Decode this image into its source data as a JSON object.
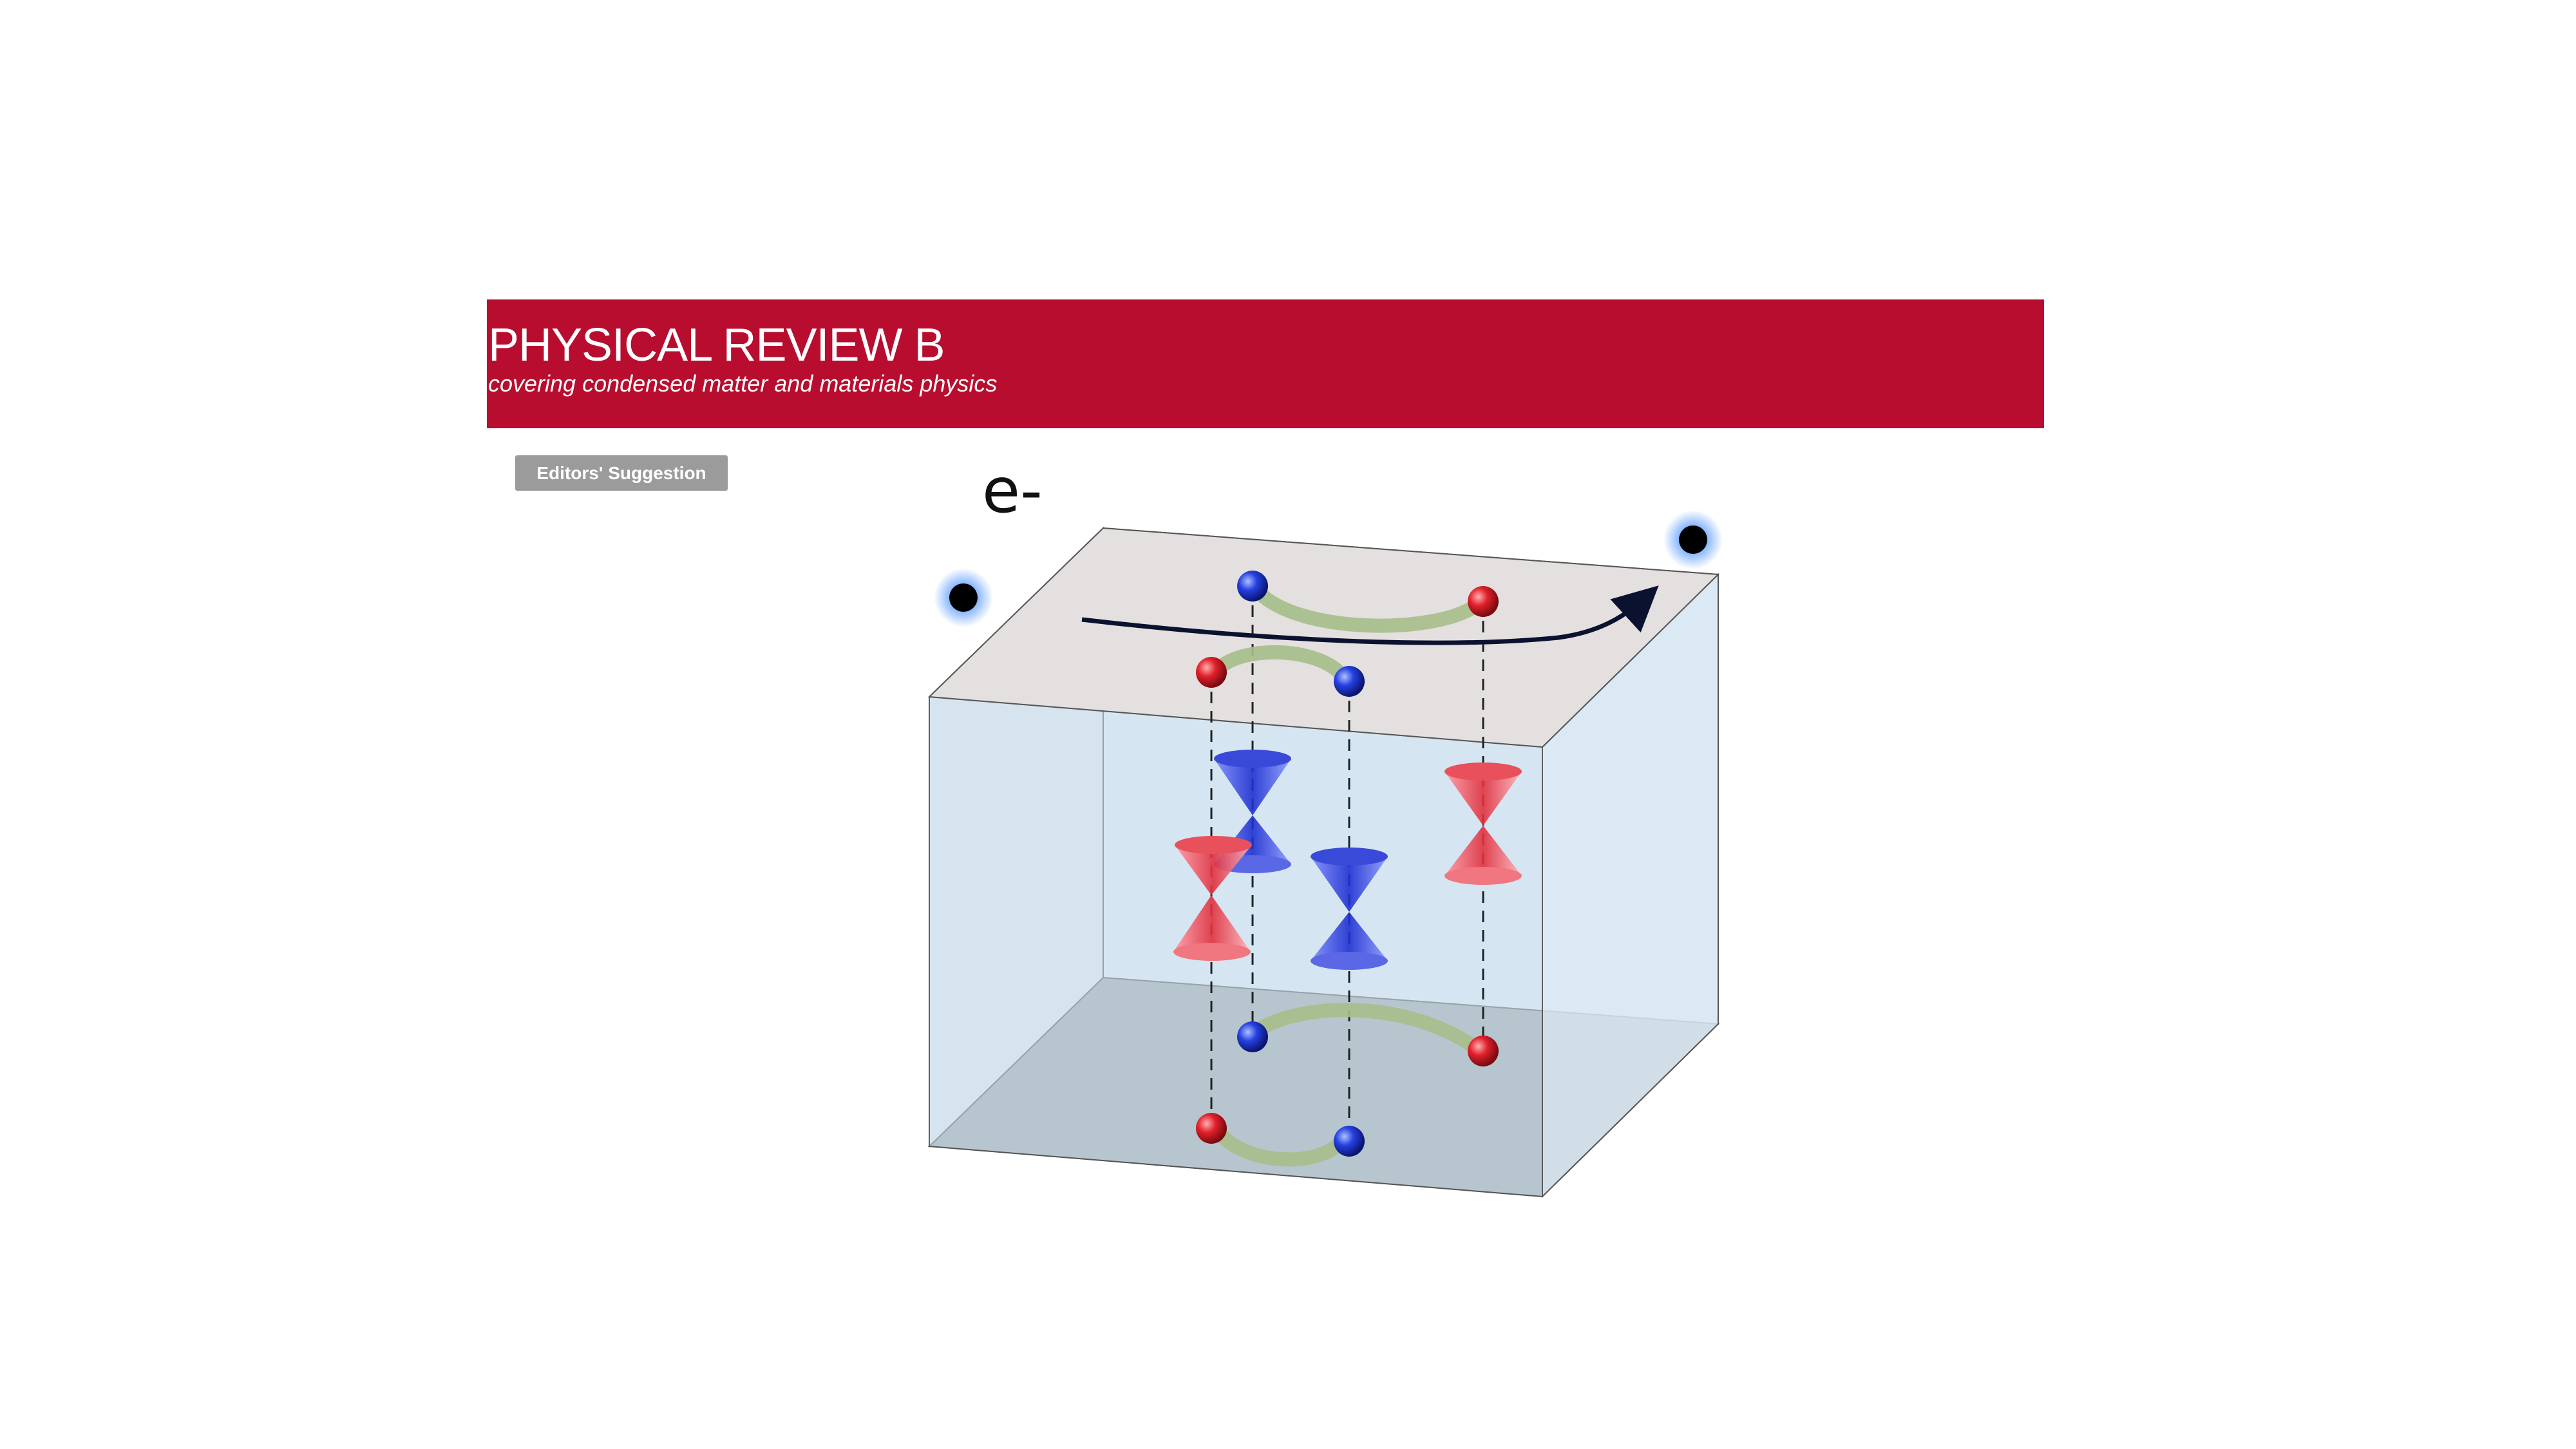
{
  "banner": {
    "title": "PHYSICAL REVIEW B",
    "subtitle": "covering condensed matter and materials physics",
    "color": "#b80d2e"
  },
  "badge": {
    "label": "Editors' Suggestion",
    "color": "#9b9b9b"
  },
  "figure": {
    "electron_label": "e-",
    "cone_colors": {
      "red": "#e23b4a",
      "blue": "#2d3fd6"
    },
    "fermi_arc_color": "#a7be8a"
  }
}
